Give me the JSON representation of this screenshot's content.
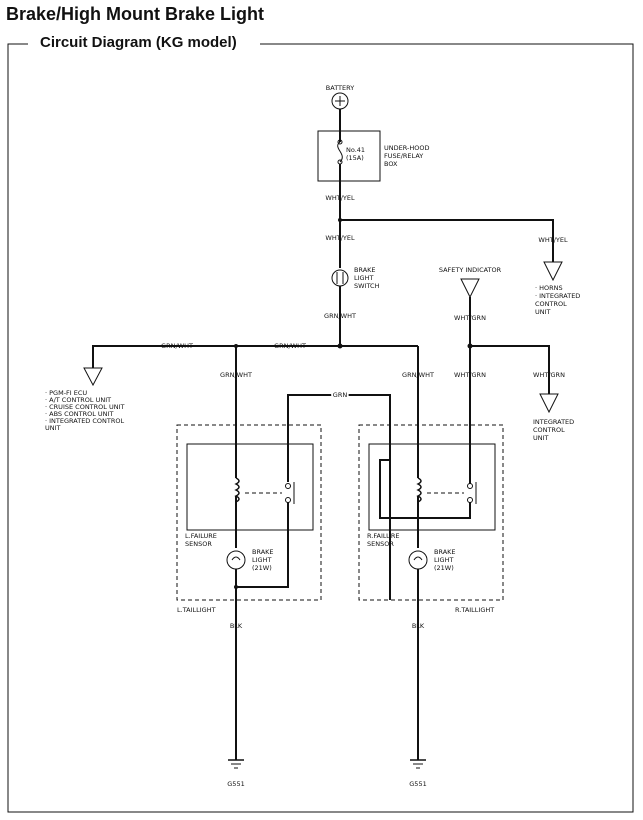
{
  "title": "Brake/High Mount Brake Light",
  "subtitle": "Circuit Diagram (KG model)",
  "labels": {
    "battery": "BATTERY",
    "fuse_no": "No.41",
    "fuse_amp": "(15A)",
    "fuse_box": [
      "UNDER-HOOD",
      "FUSE/RELAY",
      "BOX"
    ],
    "wht_yel": "WHT/YEL",
    "brake_switch": [
      "BRAKE",
      "LIGHT",
      "SWITCH"
    ],
    "safety_indicator": "SAFETY INDICATOR",
    "grn_wht": "GRN/WHT",
    "wht_grn": "WHT/GRN",
    "grn": "GRN",
    "horns": [
      "· HORNS",
      "· INTEGRATED",
      "  CONTROL",
      "  UNIT"
    ],
    "ecu_list": [
      "· PGM-FI ECU",
      "· A/T CONTROL UNIT",
      "· CRUISE CONTROL UNIT",
      "· ABS CONTROL UNIT",
      "· INTEGRATED CONTROL",
      "  UNIT"
    ],
    "integrated_unit": [
      "INTEGRATED",
      "CONTROL",
      "UNIT"
    ],
    "l_failure": [
      "L.FAILURE",
      "SENSOR"
    ],
    "r_failure": [
      "R.FAILURE",
      "SENSOR"
    ],
    "brake_light": [
      "BRAKE",
      "LIGHT",
      "(21W)"
    ],
    "l_taillight": "L.TAILLIGHT",
    "r_taillight": "R.TAILLIGHT",
    "blk": "BLK",
    "ground": "G551"
  },
  "colors": {
    "ink": "#111111",
    "background": "#ffffff"
  },
  "icons": [
    "battery-icon",
    "fuse-icon",
    "switch-icon",
    "indicator-icon",
    "relay-coil-icon",
    "bulb-icon",
    "ground-icon"
  ]
}
